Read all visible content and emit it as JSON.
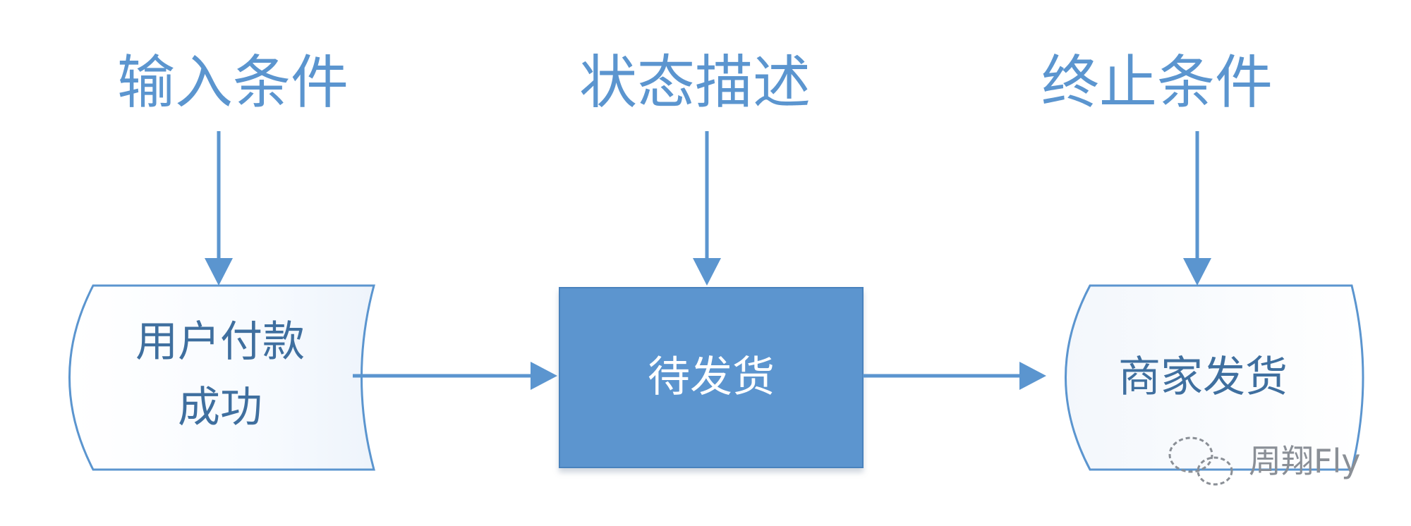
{
  "labels": {
    "input": "输入条件",
    "state": "状态描述",
    "terminate": "终止条件"
  },
  "nodes": {
    "left_line1": "用户付款",
    "left_line2": "成功",
    "center": "待发货",
    "right": "商家发货"
  },
  "watermark": {
    "text": "周翔Fly",
    "icon": "wechat-chat-bubble-icon"
  },
  "colors": {
    "arrow": "#5b95cf",
    "header_text": "#5b95cf",
    "box_fill": "#5b95cf",
    "box_text": "#ffffff",
    "node_border": "#5b95cf",
    "node_text": "#3f6f9f",
    "watermark": "#8a8f96"
  }
}
